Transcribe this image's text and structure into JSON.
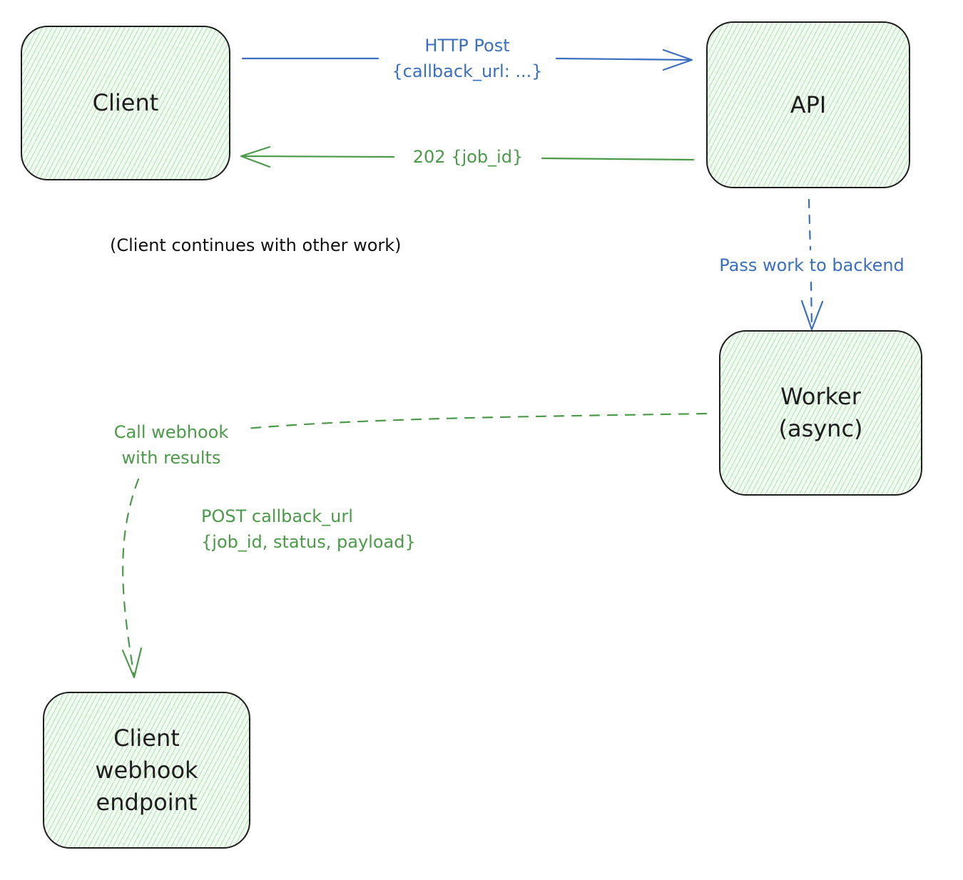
{
  "colors": {
    "node_fill": "#f2fbf2",
    "node_hatch": "#78cd78",
    "node_border": "#1e1e1e",
    "blue_arrow": "#3a6fc0",
    "green_arrow": "#4a9a48",
    "note_text": "#111111"
  },
  "nodes": {
    "client": "Client",
    "api": "API",
    "worker": "Worker\n(async)",
    "webhook": "Client\nwebhook\nendpoint"
  },
  "edges": {
    "request": {
      "label": "HTTP Post\n{callback_url: ...}"
    },
    "response": {
      "label": "202 {job_id}"
    },
    "handoff": {
      "label": "Pass work to backend"
    },
    "callback": {
      "label": "Call webhook\nwith results"
    }
  },
  "notes": {
    "continue": "(Client continues with other work)",
    "post_payload": "POST callback_url\n{job_id, status, payload}"
  }
}
